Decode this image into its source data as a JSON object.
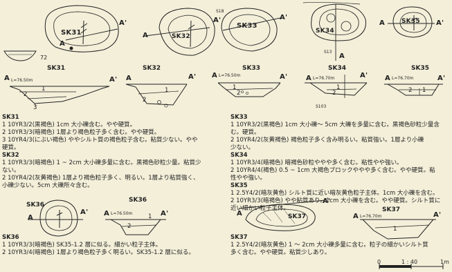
{
  "plans": {
    "sk31": "SK31",
    "sk32": "SK32",
    "sk33": "SK33",
    "sk34": "SK34",
    "sk35": "SK35",
    "sk36": "SK36",
    "sk37": "SK37",
    "s18": "S18",
    "s13": "S13",
    "n72": "72"
  },
  "sections": {
    "sk31": "SK31",
    "sk32": "SK32",
    "sk33": "SK33",
    "sk34": "SK34",
    "sk35": "SK35",
    "sk36": "SK36",
    "sk37": "SK37",
    "lv31": "L=76.50m",
    "lv33": "L=76.50m",
    "lv34": "L=76.70m",
    "lv35": "L=76.70m",
    "lv36": "L=76.50m",
    "lv37": "L=76.70m",
    "s103": "S103"
  },
  "markers": {
    "a": "A",
    "a_prime": "A'"
  },
  "layers": {
    "l1": "1",
    "l2": "2",
    "l3": "3"
  },
  "descriptions": {
    "sk31": {
      "title": "SK31",
      "lines": [
        "1  10YR3/2(黒褐色) 1cm 大小礫含む。やや硬質。",
        "2  10YR3/3(暗褐色) 1層より褐色粒子多く含む。やや硬質。",
        "3  10YR4/3(にぶい褐色) ややシルト質の褐色粒子含む。粘質少ない。やや",
        "      硬質。"
      ]
    },
    "sk32": {
      "title": "SK32",
      "lines": [
        "1  10YR3/3(暗褐色) 1 ~ 2cm 大小礫多量に含む。黒褐色砂粒少量。粘質少",
        "      ない。",
        "2  10YR4/2(灰黄褐色) 1層より褐色粒子多く、明るい。1層より粘質強く、",
        "      小礫少ない。5cm 大礫所々含む。"
      ]
    },
    "sk33": {
      "title": "SK33",
      "lines": [
        "1  10YR3/2(黒褐色) 1cm 大小礫～ 5cm 大礫を多量に含む。黒褐色砂粒少量含",
        "      む。硬質。",
        "2  10YR4/2(灰黄褐色) 褐色粒子多く含み明るい。粘質強い。1層より小礫",
        "      少ない。"
      ]
    },
    "sk34": {
      "title": "SK34",
      "lines": [
        "1  10YR3/4(暗褐色) 暗褐色砂粒ややや多く含む。粘性やや強い。",
        "2  10YR4/4(褐色)   0.5 ~ 1cm 大褐色ブロックややや多く含む。やや硬質。粘",
        "      性やや強い。"
      ]
    },
    "sk35": {
      "title": "SK35",
      "lines": [
        "1  2.5Y4/2(暗灰黄色) シルト質に近い暗灰黄色粒子主体。1cm 大小礫を含む。",
        "2  10YR3/3(暗褐色) やや粘質あり。1cm 大小礫を含む。やや硬質。シルト質に",
        "      近い細かい粒子主体。"
      ]
    },
    "sk36": {
      "title": "SK36",
      "lines": [
        "1  10YR3/3(暗褐色) SK35-1.2 層に似る。細かい粒子主体。",
        "2  10YR3/4(暗褐色) 1層より褐色粒子多く明るい。SK35-1.2 層に似る。"
      ]
    },
    "sk37": {
      "title": "SK37",
      "lines": [
        "1  2.5Y4/2(暗灰黄色)   1 ～ 2cm 大小礫多量に含む。粒子の細かいシルト質",
        "      多く含む。やや硬質。粘質少しあり。"
      ]
    }
  },
  "scale": {
    "zero": "0",
    "ratio": "1 : 40",
    "unit": "1m"
  }
}
